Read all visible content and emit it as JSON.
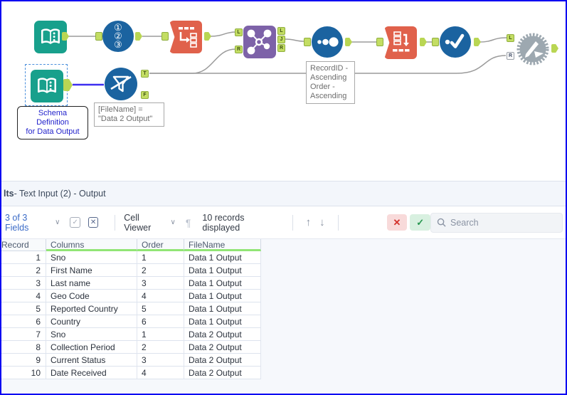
{
  "window": {
    "border_color": "#0b00f2"
  },
  "canvas": {
    "tools": {
      "text_input_1": "text-input",
      "record_id": "record-id",
      "transpose": "transpose",
      "join": "join",
      "sort": "sort",
      "cross_tab": "cross-tab",
      "select": "select",
      "macro": "macro",
      "text_input_2": "text-input-selected",
      "filter": "filter"
    },
    "icons": {
      "record_id_glyphs": "①\n②\n③"
    },
    "anchors": {
      "join_inputs": [
        "L",
        "R"
      ],
      "join_outputs": [
        "L",
        "J",
        "R"
      ],
      "filter_outputs": [
        "T",
        "F"
      ],
      "macro_inputs": [
        "L",
        "R"
      ]
    },
    "annotations": {
      "schema_note": "Schema Definition\nfor Data Output",
      "filter_note": "[FileName] =\n\"Data 2 Output\"",
      "sort_note": "RecordID -\nAscending\nOrder -\nAscending"
    },
    "colors": {
      "teal": "#18a08c",
      "blue": "#1b63a0",
      "orange": "#e0614b",
      "purple": "#7d62a8",
      "gear_gray": "#9da8b0",
      "anchor_green": "#c3dd63",
      "wire": "#9b9b9b",
      "selected_wire": "#3d2ef0",
      "selection_dash": "#4a8fdc"
    }
  },
  "results_panel": {
    "title_bold": "lts",
    "title_rest": " - Text Input (2) - Output",
    "toolbar": {
      "fields_selector": "3 of 3 Fields",
      "chevron": "∨",
      "check_icon": "✓",
      "x_icon": "✕",
      "cell_viewer": "Cell Viewer",
      "pilcrow": "¶",
      "records_displayed": "10 records displayed",
      "up_arrow": "↑",
      "down_arrow": "↓",
      "cancel_glyph": "✕",
      "apply_glyph": "✓",
      "search_placeholder": "Search"
    },
    "table": {
      "columns": [
        "Record",
        "Columns",
        "Order",
        "FileName"
      ],
      "rows": [
        [
          "1",
          "Sno",
          "1",
          "Data 1 Output"
        ],
        [
          "2",
          "First Name",
          "2",
          "Data 1 Output"
        ],
        [
          "3",
          "Last name",
          "3",
          "Data 1 Output"
        ],
        [
          "4",
          "Geo Code",
          "4",
          "Data 1 Output"
        ],
        [
          "5",
          "Reported Country",
          "5",
          "Data 1 Output"
        ],
        [
          "6",
          "Country",
          "6",
          "Data 1 Output"
        ],
        [
          "7",
          "Sno",
          "1",
          "Data 2 Output"
        ],
        [
          "8",
          "Collection Period",
          "2",
          "Data 2 Output"
        ],
        [
          "9",
          "Current Status",
          "3",
          "Data 2 Output"
        ],
        [
          "10",
          "Date Received",
          "4",
          "Data 2 Output"
        ]
      ]
    }
  }
}
